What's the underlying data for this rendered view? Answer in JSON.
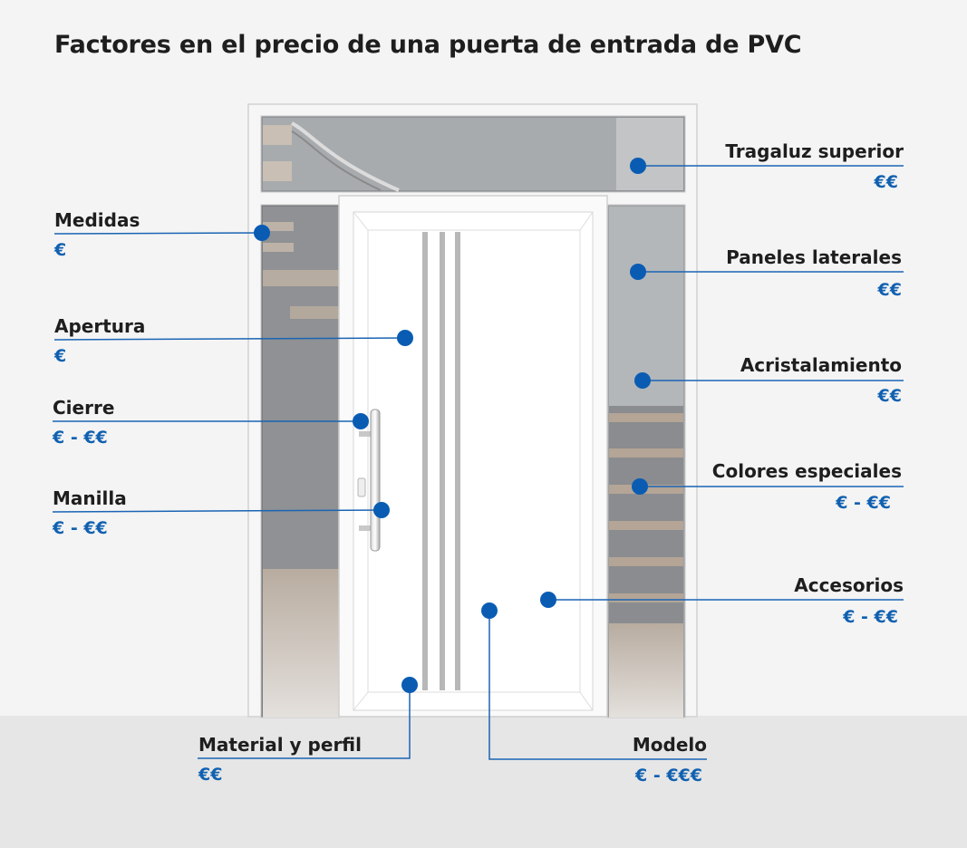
{
  "title": "Factores en el precio de una puerta de entrada de PVC",
  "factors": [
    {
      "label": "Tragaluz superior",
      "price": "€€"
    },
    {
      "label": "Paneles laterales",
      "price": "€€"
    },
    {
      "label": "Acristalamiento",
      "price": "€€"
    },
    {
      "label": "Colores especiales",
      "price": "€ - €€"
    },
    {
      "label": "Accesorios",
      "price": "€ - €€"
    },
    {
      "label": "Medidas",
      "price": "€"
    },
    {
      "label": "Apertura",
      "price": "€"
    },
    {
      "label": "Cierre",
      "price": "€ - €€"
    },
    {
      "label": "Manilla",
      "price": "€ - €€"
    },
    {
      "label": "Material y perfil",
      "price": "€€"
    },
    {
      "label": "Modelo",
      "price": "€ - €€€"
    }
  ],
  "colors": {
    "accent": "#0a5cb3",
    "price_text": "#1060b0",
    "label_text": "#1e1e1e"
  }
}
